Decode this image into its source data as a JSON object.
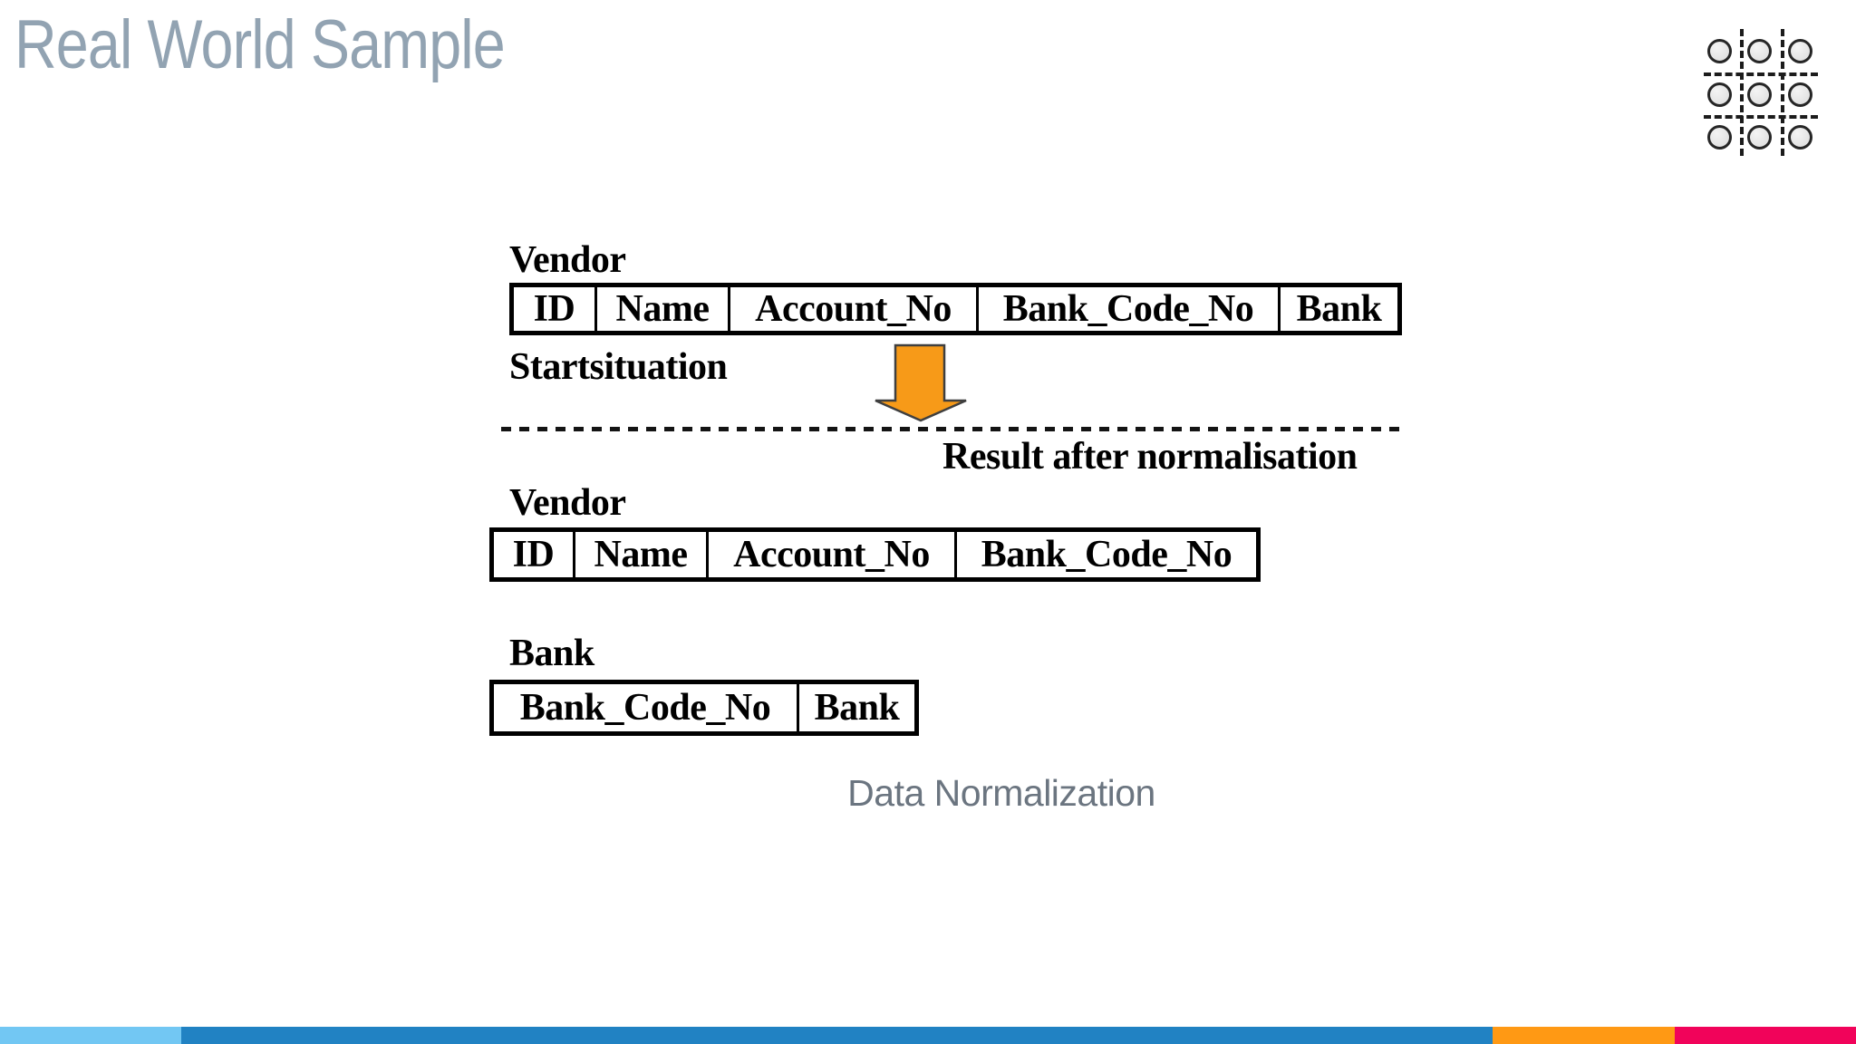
{
  "slide": {
    "title": "Real World Sample",
    "title_color": "#92a3b2",
    "caption": "Data Normalization",
    "caption_color": "#6b7580"
  },
  "diagram": {
    "phase_start_label": "Startsituation",
    "phase_result_label": "Result after normalisation",
    "arrow_color": "#f79a18",
    "arrow_outline_color": "#3f3f3f",
    "tables": [
      {
        "title": "Vendor",
        "columns": [
          "ID",
          "Name",
          "Account_No",
          "Bank_Code_No",
          "Bank"
        ]
      },
      {
        "title": "Vendor",
        "columns": [
          "ID",
          "Name",
          "Account_No",
          "Bank_Code_No"
        ]
      },
      {
        "title": "Bank",
        "columns": [
          "Bank_Code_No",
          "Bank"
        ]
      }
    ]
  },
  "decorations": {
    "dot_grid_icon": "3x3-dotted-circle-grid"
  },
  "footer": {
    "segments": [
      {
        "name": "light-blue",
        "color": "#72c7f3"
      },
      {
        "name": "blue",
        "color": "#2182c3"
      },
      {
        "name": "orange",
        "color": "#ff9914"
      },
      {
        "name": "pink",
        "color": "#f1035a"
      }
    ]
  }
}
